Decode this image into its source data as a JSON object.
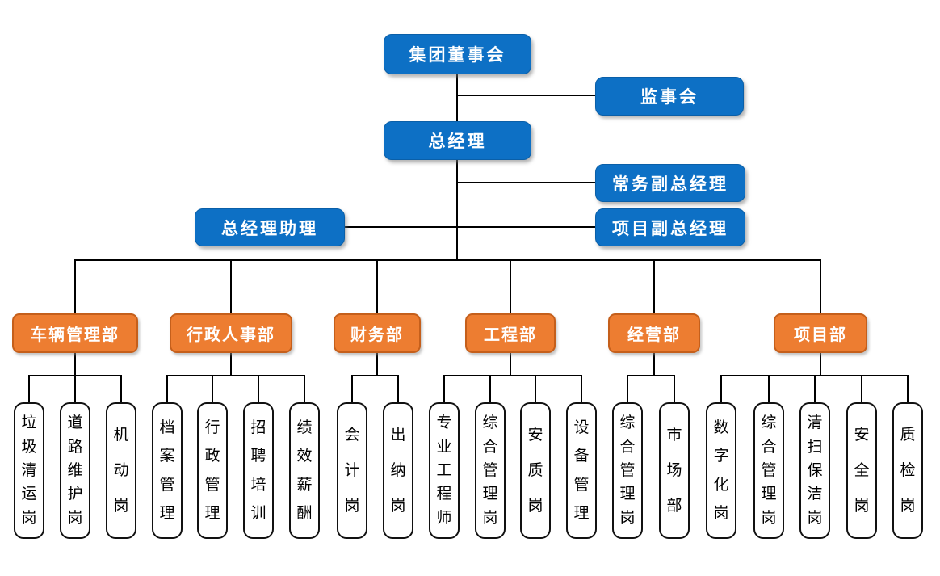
{
  "page": {
    "background": "#ffffff"
  },
  "colors": {
    "background": "#ffffff",
    "exec_fill": "#0d70c5",
    "exec_border": "#0a5fa8",
    "exec_text": "#ffffff",
    "dept_fill": "#ed7d31",
    "dept_border": "#c55f1b",
    "pos_fill": "#ffffff",
    "pos_border": "#111111",
    "pos_text": "#000000",
    "line": "#000000"
  },
  "executive": {
    "board": "集团董事会",
    "supervisory": "监事会",
    "general_manager": "总经理",
    "exec_deputy_gm": "常务副总经理",
    "project_deputy_gm": "项目副总经理",
    "gm_assistant": "总经理助理"
  },
  "departments": [
    {
      "label": "车辆管理部",
      "positions": [
        "垃圾清运岗",
        "道路维护岗",
        "机动岗"
      ]
    },
    {
      "label": "行政人事部",
      "positions": [
        "档案管理",
        "行政管理",
        "招聘培训",
        "绩效薪酬"
      ]
    },
    {
      "label": "财务部",
      "positions": [
        "会计岗",
        "出纳岗"
      ]
    },
    {
      "label": "工程部",
      "positions": [
        "专业工程师",
        "综合管理岗",
        "安质岗",
        "设备管理"
      ]
    },
    {
      "label": "经营部",
      "positions": [
        "综合管理岗",
        "市场部"
      ]
    },
    {
      "label": "项目部",
      "positions": [
        "数字化岗",
        "综合管理岗",
        "清扫保洁岗",
        "安全岗",
        "质检岗"
      ]
    }
  ]
}
